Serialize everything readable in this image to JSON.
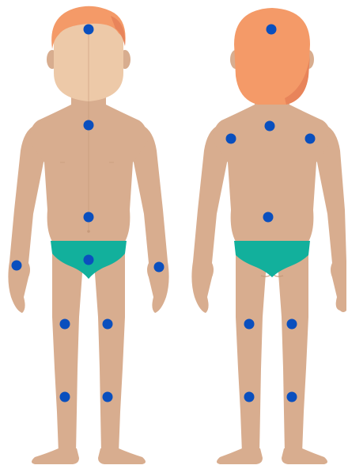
{
  "colors": {
    "skin": "#D8AD8F",
    "face": "#EDC9A8",
    "hair": "#F49A68",
    "hair_shadow": "#E8845A",
    "underwear": "#12B09C",
    "marker": "#0A4FBE",
    "detail": "#C79A7B",
    "background": "#FFFFFF"
  },
  "figures": [
    {
      "view": "front",
      "marker_names": [
        "head-top-marker",
        "chest-marker",
        "abdomen-marker",
        "groin-marker",
        "left-wrist-marker",
        "right-wrist-marker",
        "left-thigh-marker",
        "right-thigh-marker",
        "left-shin-marker",
        "right-shin-marker"
      ]
    },
    {
      "view": "back",
      "marker_names": [
        "head-back-marker",
        "upper-back-marker",
        "left-shoulder-marker",
        "right-shoulder-marker",
        "lower-back-marker",
        "left-back-thigh-marker",
        "right-back-thigh-marker",
        "left-calf-marker",
        "right-calf-marker"
      ]
    }
  ]
}
